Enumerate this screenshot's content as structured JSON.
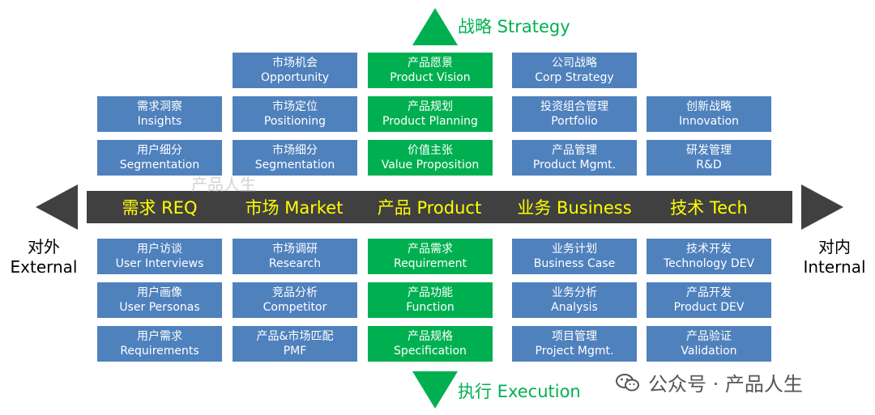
{
  "top_arrow": {
    "label": "战略 Strategy"
  },
  "bottom_arrow": {
    "label": "执行 Execution"
  },
  "left": {
    "line1": "对外",
    "line2": "External"
  },
  "right": {
    "line1": "对内",
    "line2": "Internal"
  },
  "band": [
    "需求 REQ",
    "市场 Market",
    "产品 Product",
    "业务 Business",
    "技术 Tech"
  ],
  "upper": {
    "row1": [
      null,
      {
        "cn": "市场机会",
        "en": "Opportunity",
        "color": "blue"
      },
      {
        "cn": "产品愿景",
        "en": "Product Vision",
        "color": "green"
      },
      {
        "cn": "公司战略",
        "en": "Corp Strategy",
        "color": "blue"
      },
      null
    ],
    "row2": [
      {
        "cn": "需求洞察",
        "en": "Insights",
        "color": "blue"
      },
      {
        "cn": "市场定位",
        "en": "Positioning",
        "color": "blue"
      },
      {
        "cn": "产品规划",
        "en": "Product Planning",
        "color": "green"
      },
      {
        "cn": "投资组合管理",
        "en": "Portfolio",
        "color": "blue"
      },
      {
        "cn": "创新战略",
        "en": "Innovation",
        "color": "blue"
      }
    ],
    "row3": [
      {
        "cn": "用户细分",
        "en": "Segmentation",
        "color": "blue"
      },
      {
        "cn": "市场细分",
        "en": "Segmentation",
        "color": "blue"
      },
      {
        "cn": "价值主张",
        "en": "Value Proposition",
        "color": "green"
      },
      {
        "cn": "产品管理",
        "en": "Product Mgmt.",
        "color": "blue"
      },
      {
        "cn": "研发管理",
        "en": "R&D",
        "color": "blue"
      }
    ]
  },
  "lower": {
    "row1": [
      {
        "cn": "用户访谈",
        "en": "User Interviews",
        "color": "blue"
      },
      {
        "cn": "市场调研",
        "en": "Research",
        "color": "blue"
      },
      {
        "cn": "产品需求",
        "en": "Requirement",
        "color": "green"
      },
      {
        "cn": "业务计划",
        "en": "Business Case",
        "color": "blue"
      },
      {
        "cn": "技术开发",
        "en": "Technology DEV",
        "color": "blue"
      }
    ],
    "row2": [
      {
        "cn": "用户画像",
        "en": "User Personas",
        "color": "blue"
      },
      {
        "cn": "竞品分析",
        "en": "Competitor",
        "color": "blue"
      },
      {
        "cn": "产品功能",
        "en": "Function",
        "color": "green"
      },
      {
        "cn": "业务分析",
        "en": "Analysis",
        "color": "blue"
      },
      {
        "cn": "产品开发",
        "en": "Product DEV",
        "color": "blue"
      }
    ],
    "row3": [
      {
        "cn": "用户需求",
        "en": "Requirements",
        "color": "blue"
      },
      {
        "cn": "产品&市场匹配",
        "en": "PMF",
        "color": "blue"
      },
      {
        "cn": "产品规格",
        "en": "Specification",
        "color": "green"
      },
      {
        "cn": "项目管理",
        "en": "Project Mgmt.",
        "color": "blue"
      },
      {
        "cn": "产品验证",
        "en": "Validation",
        "color": "blue"
      }
    ]
  },
  "watermark": {
    "text": "公众号 · 产品人生",
    "faint": "产品人生",
    "icon": "wechat-icon"
  }
}
